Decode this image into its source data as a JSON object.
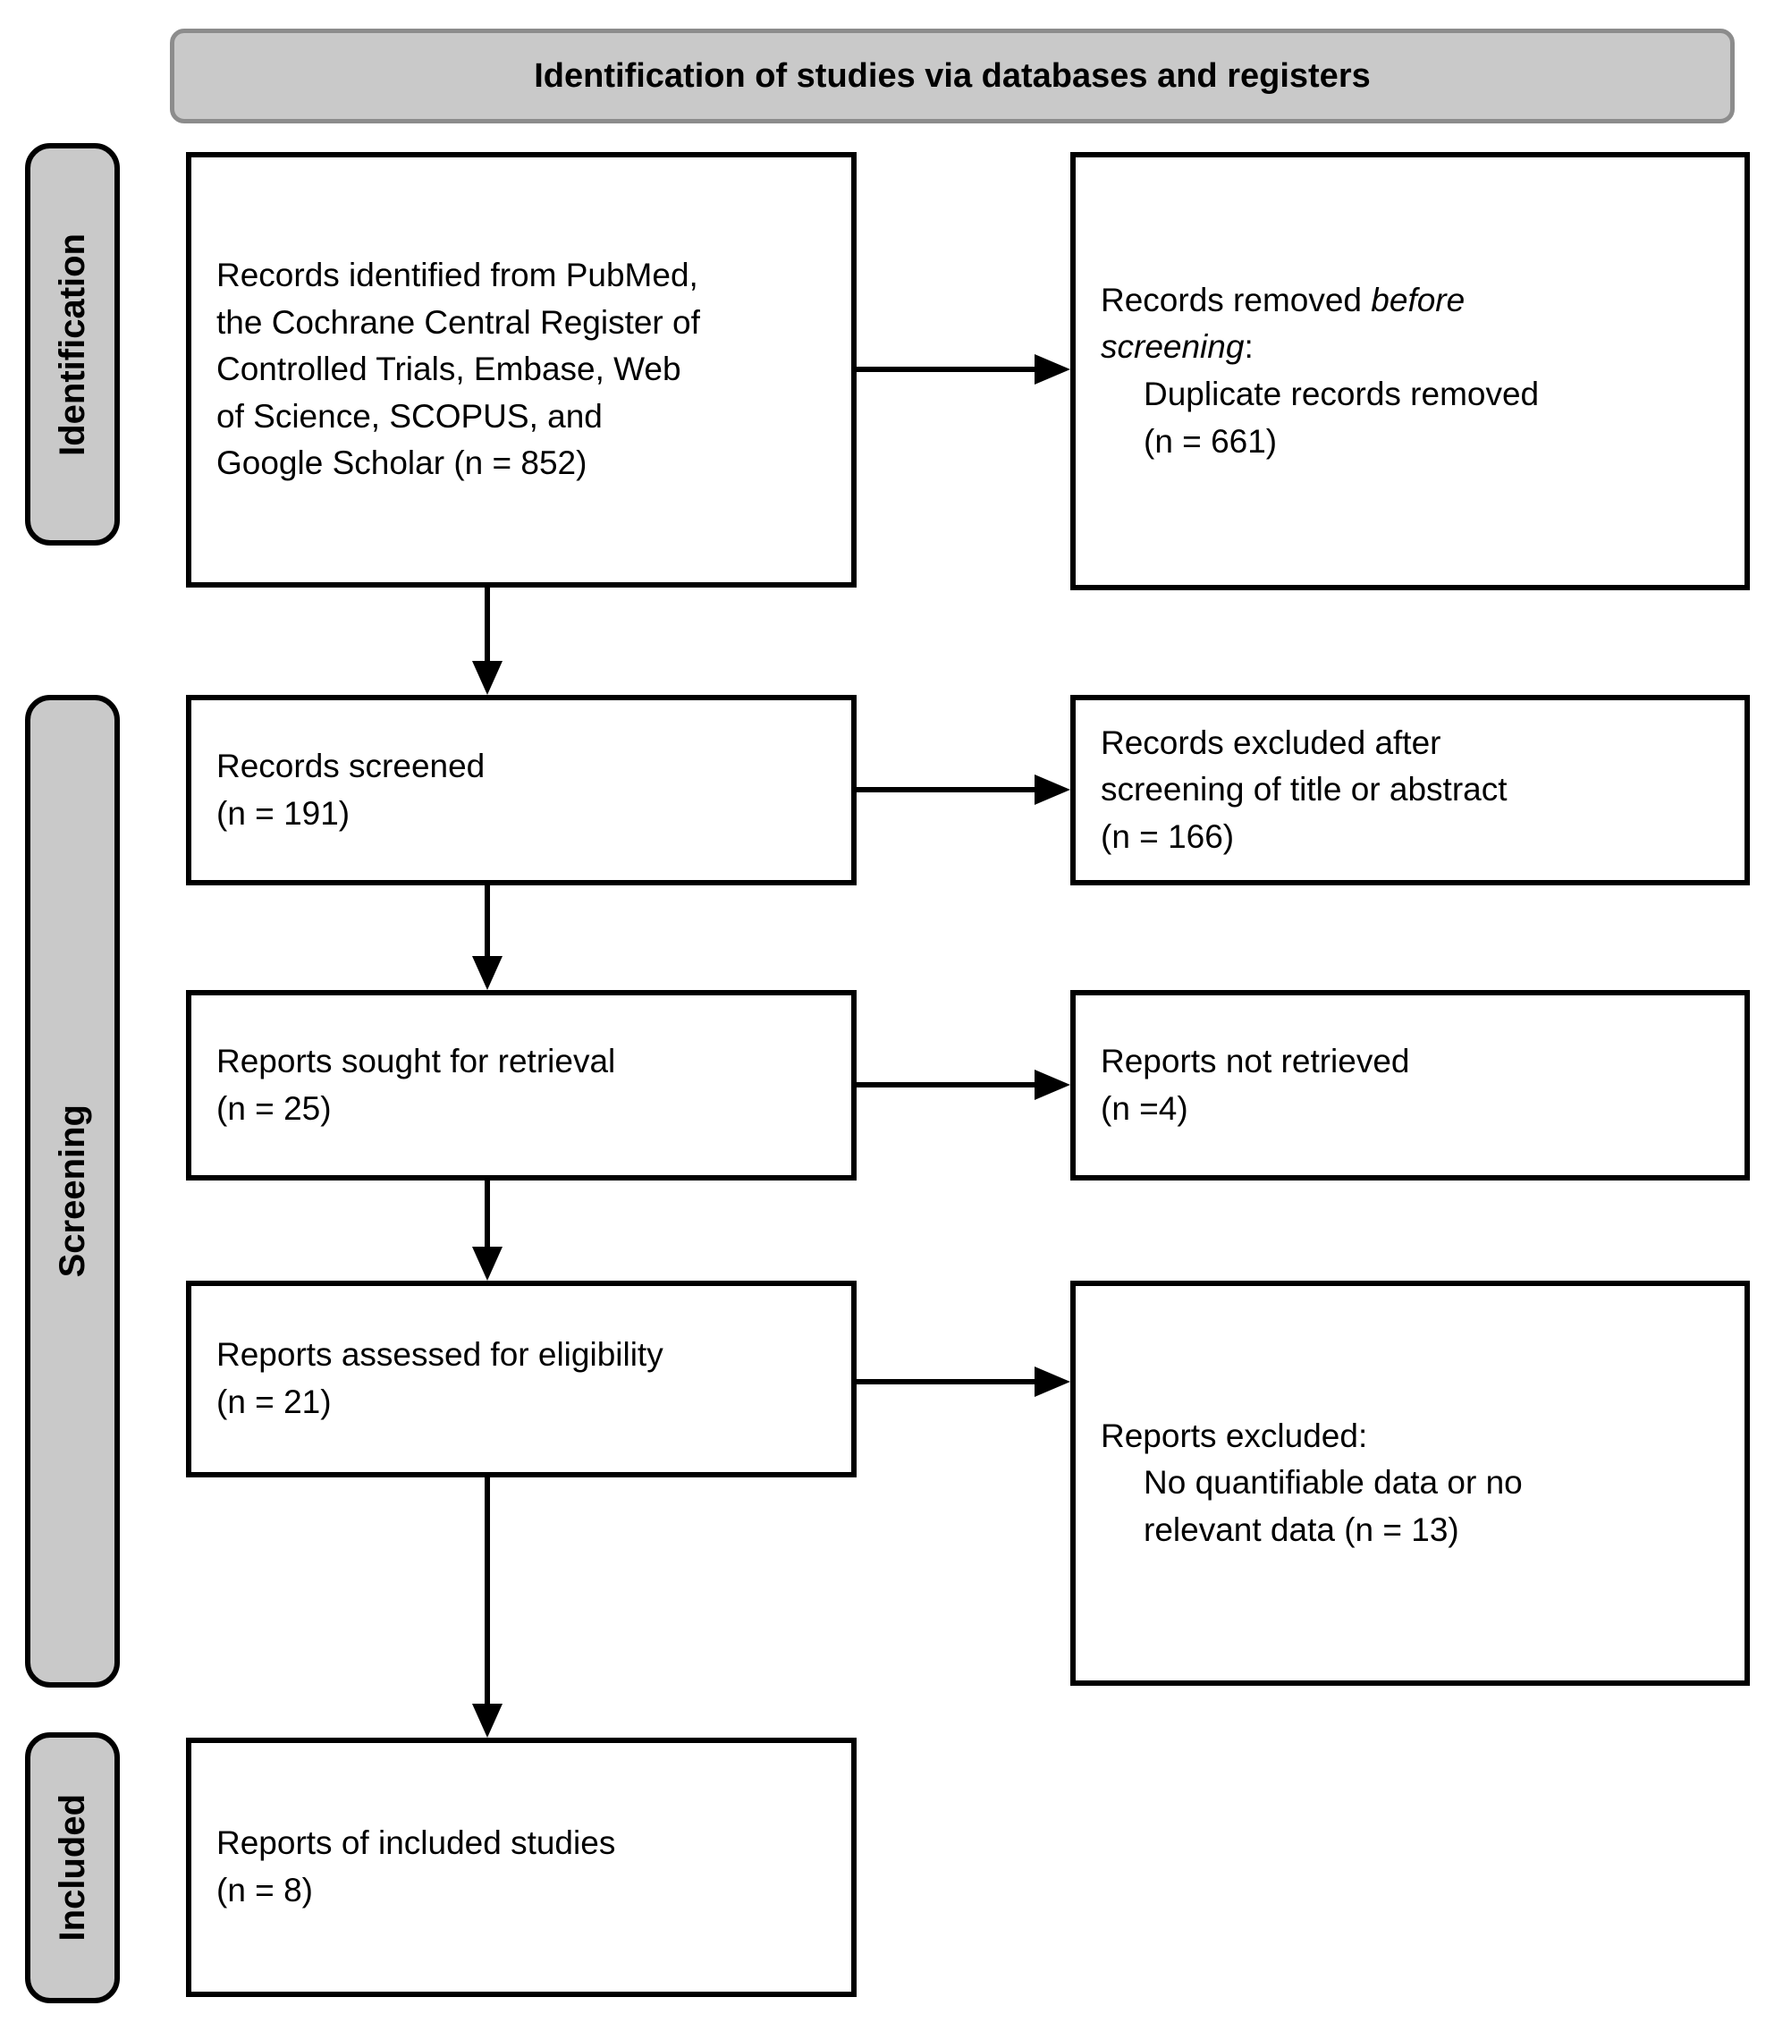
{
  "header": {
    "title": "Identification of studies via databases and registers"
  },
  "sidebar": {
    "identification": "Identification",
    "screening": "Screening",
    "included": "Included"
  },
  "boxes": {
    "records_identified": {
      "text": "Records identified from PubMed,\nthe Cochrane Central Register of\nControlled Trials, Embase, Web\nof Science, SCOPUS, and\nGoogle Scholar (n = 852)"
    },
    "records_removed": {
      "prefix": "Records removed ",
      "italic": "before\nscreening",
      "suffix": ":",
      "detail": "Duplicate records removed\n(n = 661)"
    },
    "records_screened": {
      "text": "Records screened\n(n = 191)"
    },
    "records_excluded_screening": {
      "text": "Records excluded after\nscreening of title or abstract\n(n = 166)"
    },
    "reports_sought": {
      "text": "Reports sought for retrieval\n(n = 25)"
    },
    "reports_not_retrieved": {
      "text": "Reports not retrieved\n(n =4)"
    },
    "reports_assessed": {
      "text": "Reports assessed for eligibility\n(n = 21)"
    },
    "reports_excluded": {
      "label": "Reports excluded:",
      "detail": "No quantifiable data or no\nrelevant data (n = 13)"
    },
    "reports_included": {
      "text": "Reports of included studies\n(n = 8)"
    }
  },
  "colors": {
    "panel_fill": "#c9c9c9",
    "header_border": "#8c8c8c",
    "box_border": "#000000",
    "arrow": "#000000",
    "background": "#ffffff"
  }
}
